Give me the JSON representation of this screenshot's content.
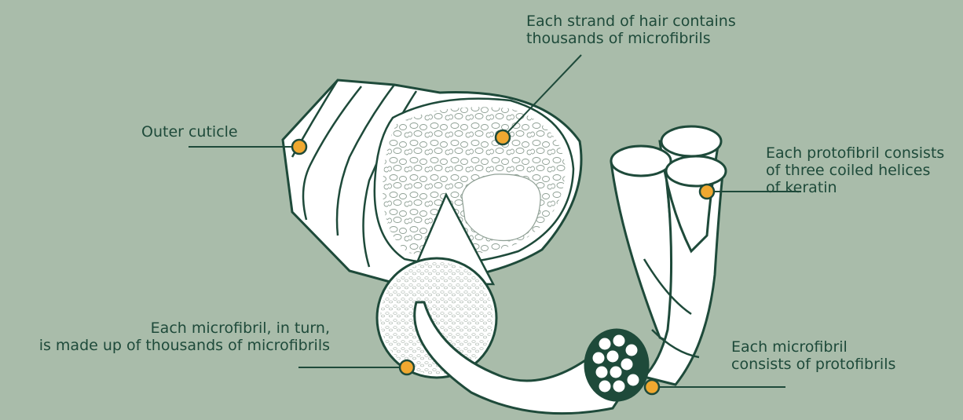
{
  "labels": {
    "outer_cuticle": "Outer cuticle",
    "strand": "Each strand of hair contains\nthousands of microfibrils",
    "protofibril": "Each protofibril consists\nof three coiled helices\nof keratin",
    "microfibril_turn": "Each microfibril, in turn,\nis made up of thousands of microfibrils",
    "microfibril_proto": "Each microfibril\nconsists of protofibrils"
  },
  "colors": {
    "background": "#a9bcaa",
    "outline": "#1e4a3a",
    "fill": "#ffffff",
    "marker": "#f0a830",
    "text": "#1e4a3a"
  }
}
